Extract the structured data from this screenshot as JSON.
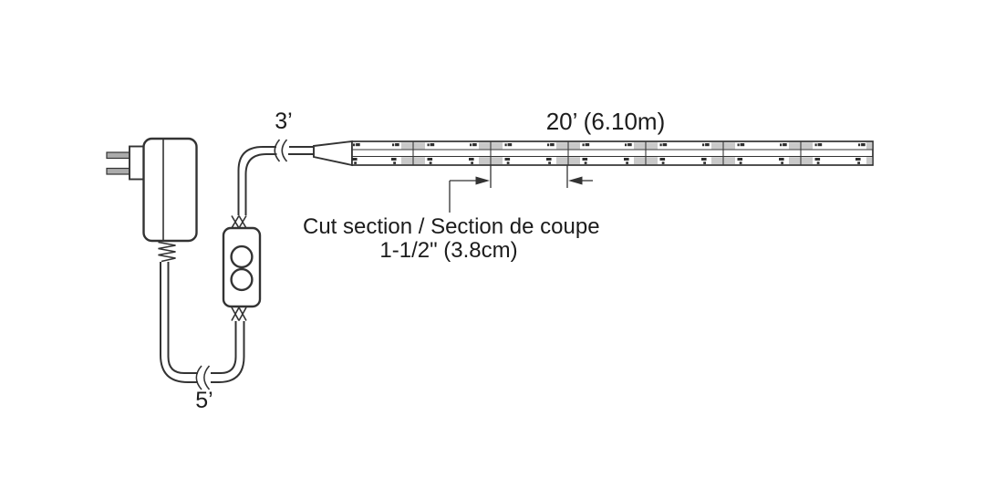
{
  "colors": {
    "background": "#ffffff",
    "line": "#333333",
    "text": "#1c1c1c",
    "pad": "#c9c9c9",
    "prong": "#ababab",
    "glyph": "#2e2e2e"
  },
  "labels": {
    "cord_controller_to_strip_length": "3’",
    "strip_length": "20’ (6.10m)",
    "cut_section_line1": "Cut section / Section de coupe",
    "cut_section_line2": "1-1/2\" (3.8cm)",
    "cord_adapter_to_controller_length": "5’"
  },
  "icons": {
    "power_adapter": "wall-plug-power-adapter",
    "inline_controller": "controller-with-two-round-buttons",
    "cable_break": "double-arc-length-break",
    "strip_connector": "wedge-connector",
    "led_strip": "cob-led-strip-with-cut-marks",
    "dimension_arrows": "inward-pointing-dimension-arrows"
  }
}
